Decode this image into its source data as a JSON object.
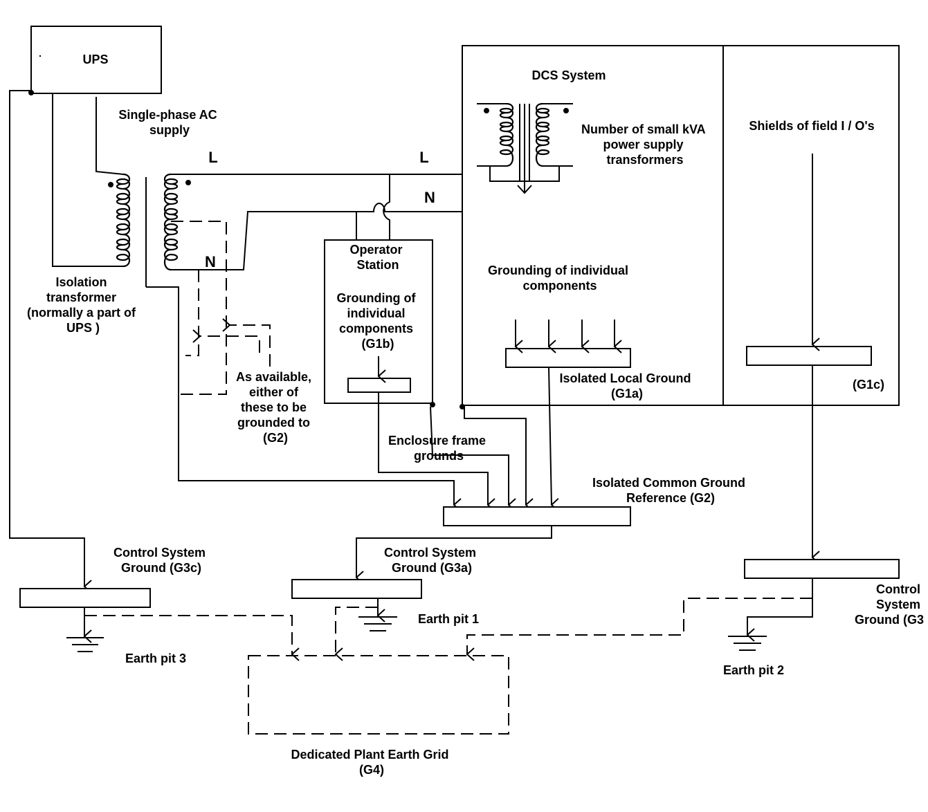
{
  "labels": {
    "ups": "UPS",
    "supply": [
      "Single-phase AC",
      "supply"
    ],
    "line_primary": "L",
    "line_dcs": "L",
    "neutral_dcs": "N",
    "neutral_primary": "N",
    "isolation_transformer": [
      "Isolation",
      "transformer",
      "(normally a part of",
      "UPS )"
    ],
    "operator_station": [
      "Operator",
      "Station"
    ],
    "operator_grounding": [
      "Grounding of",
      "individual",
      "components",
      "(G1b)"
    ],
    "as_available": [
      "As available,",
      "either of",
      "these to be",
      "grounded to",
      "(G2)"
    ],
    "dcs_system": "DCS System",
    "dcs_transformers": [
      "Number of small kVA",
      "power supply",
      "transformers"
    ],
    "dcs_grounding": [
      "Grounding of individual",
      "components"
    ],
    "isolated_local_ground": [
      "Isolated Local Ground",
      "(G1a)"
    ],
    "shields": "Shields of field I / O's",
    "g1c": "(G1c)",
    "enclosure_frame": [
      "Enclosure frame",
      "grounds"
    ],
    "common_ground": [
      "Isolated Common Ground",
      "Reference (G2)"
    ],
    "csg_g3c": [
      "Control System",
      "Ground (G3c)"
    ],
    "csg_g3a": [
      "Control System",
      "Ground (G3a)"
    ],
    "csg_g3b": [
      "Control",
      "System",
      "Ground (G3"
    ],
    "earth_pit_1": "Earth pit 1",
    "earth_pit_2": "Earth pit 2",
    "earth_pit_3": "Earth pit 3",
    "earth_grid": [
      "Dedicated Plant Earth Grid",
      "(G4)"
    ]
  }
}
